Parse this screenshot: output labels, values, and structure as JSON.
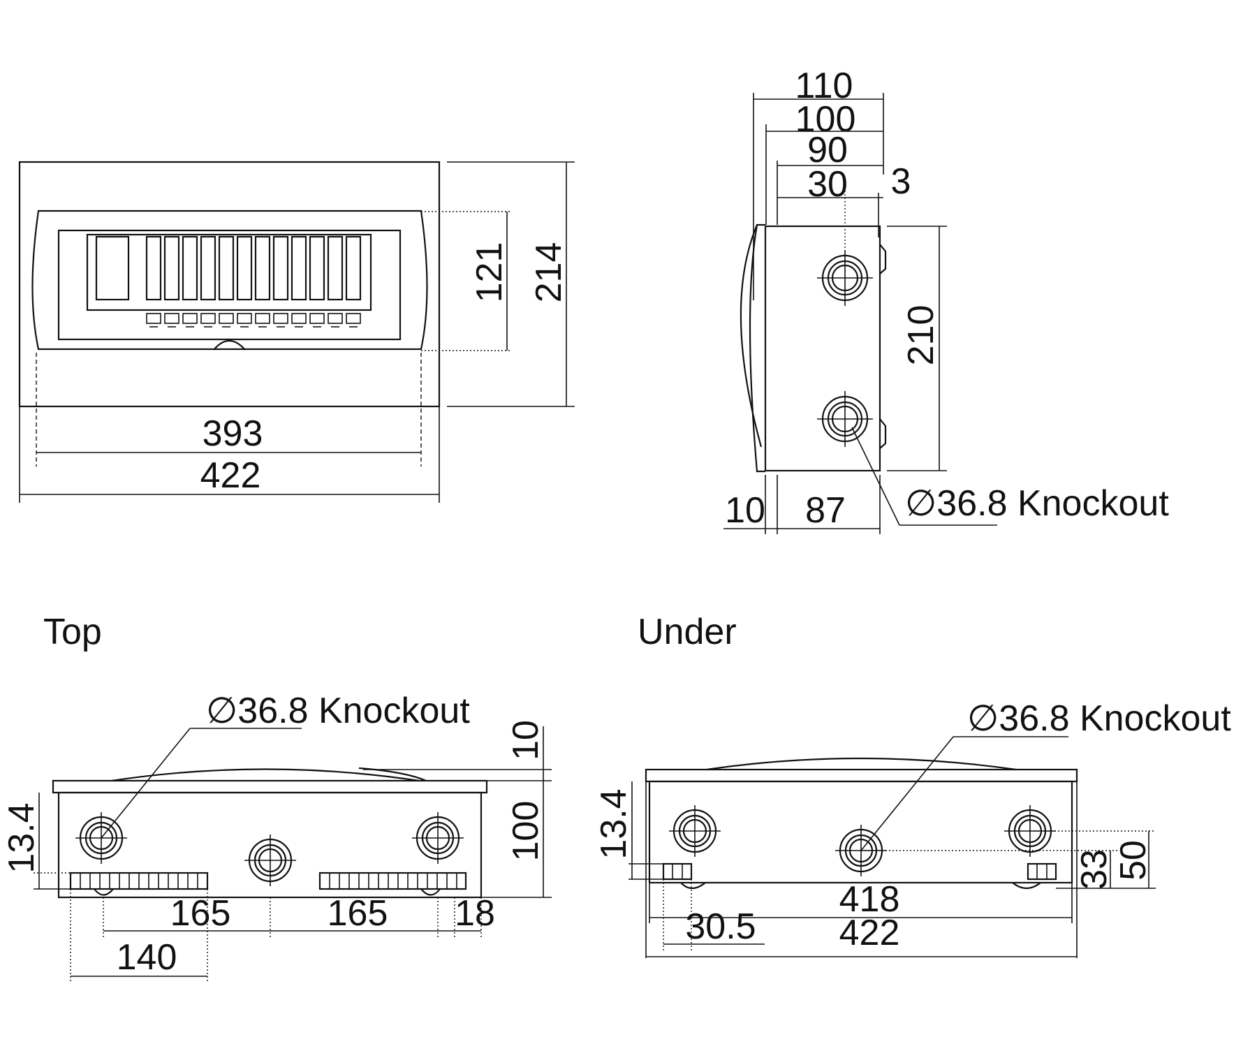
{
  "front_view": {
    "dims": {
      "inner_width": "393",
      "outer_width": "422",
      "window_height": "121",
      "total_height": "214"
    }
  },
  "side_view": {
    "dims": {
      "d110": "110",
      "d100": "100",
      "d90": "90",
      "d30": "30",
      "d3": "3",
      "d210": "210",
      "d10": "10",
      "d87": "87"
    },
    "knockout_label": "∅36.8 Knockout"
  },
  "top_view": {
    "title": "Top",
    "knockout_label": "∅36.8 Knockout",
    "dims": {
      "d10": "10",
      "d100": "100",
      "d13_4": "13.4",
      "d165a": "165",
      "d165b": "165",
      "d18": "18",
      "d140": "140"
    }
  },
  "under_view": {
    "title": "Under",
    "knockout_label": "∅36.8 Knockout",
    "dims": {
      "d13_4": "13.4",
      "d33": "33",
      "d50": "50",
      "d418": "418",
      "d30_5": "30.5",
      "d422": "422"
    }
  }
}
